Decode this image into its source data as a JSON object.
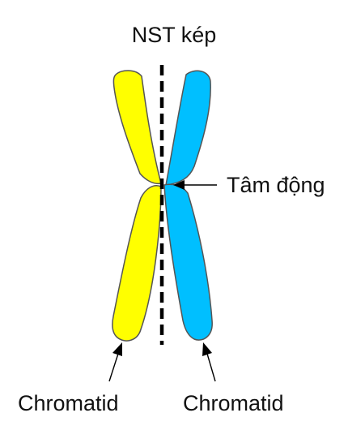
{
  "title": "NST kép",
  "centromere_label": "Tâm động",
  "chromatid_left_label": "Chromatid",
  "chromatid_right_label": "Chromatid",
  "colors": {
    "chromatid_left": "#ffff00",
    "chromatid_right": "#00bfff",
    "outline": "#555555",
    "axis": "#000000",
    "arrow": "#000000",
    "background": "#ffffff"
  }
}
